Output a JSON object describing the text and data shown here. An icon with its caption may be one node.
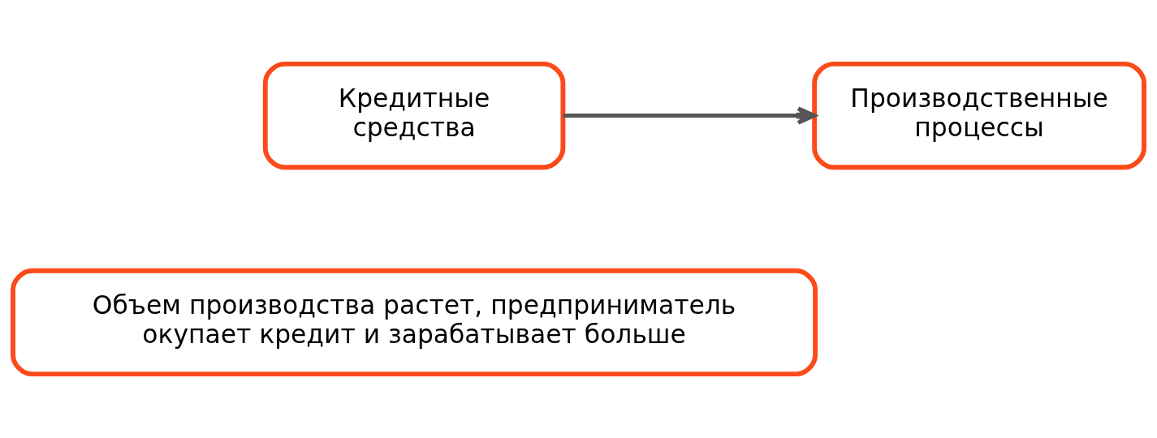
{
  "diagram": {
    "nodes": [
      {
        "text": [
          "Кредитные средства"
        ]
      },
      {
        "text": [
          "Производственные процессы"
        ]
      },
      {
        "text": [
          "Объем производства растет, предприниматель окупает кредит и зарабатывает больше"
        ]
      }
    ],
    "edges": [
      {
        "from": 0,
        "to": 1,
        "arrow": "to"
      }
    ]
  }
}
